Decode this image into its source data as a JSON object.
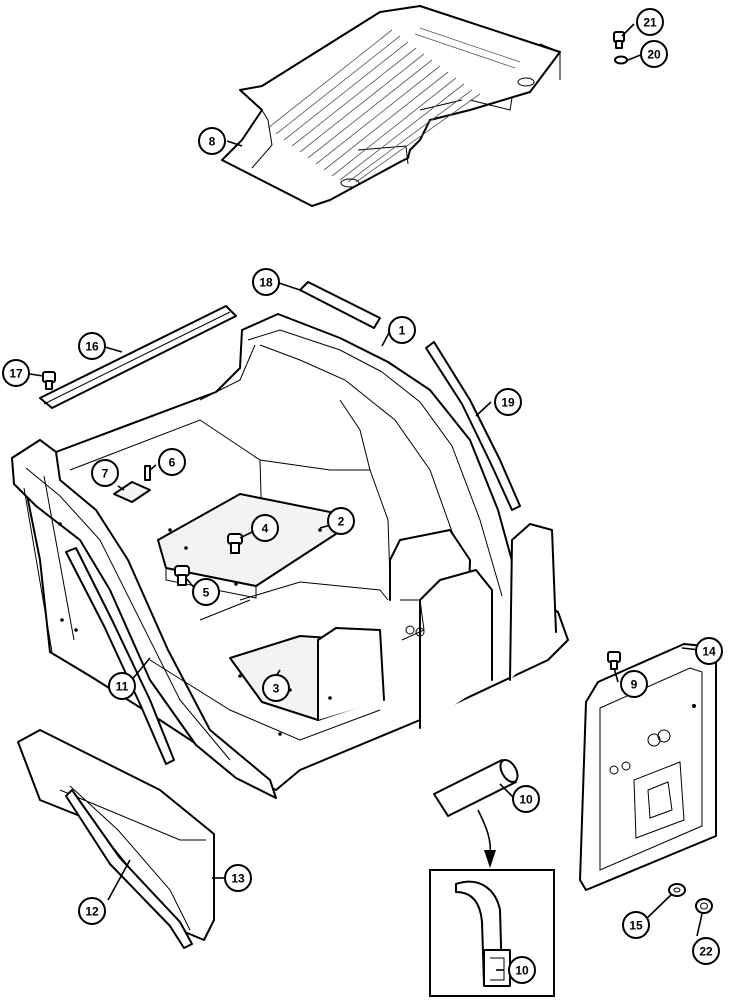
{
  "callouts": [
    {
      "id": "c1",
      "label": "1"
    },
    {
      "id": "c2",
      "label": "2"
    },
    {
      "id": "c3",
      "label": "3"
    },
    {
      "id": "c4",
      "label": "4"
    },
    {
      "id": "c5",
      "label": "5"
    },
    {
      "id": "c6",
      "label": "6"
    },
    {
      "id": "c7",
      "label": "7"
    },
    {
      "id": "c8",
      "label": "8"
    },
    {
      "id": "c9",
      "label": "9"
    },
    {
      "id": "c10a",
      "label": "10"
    },
    {
      "id": "c10b",
      "label": "10"
    },
    {
      "id": "c11",
      "label": "11"
    },
    {
      "id": "c12",
      "label": "12"
    },
    {
      "id": "c13",
      "label": "13"
    },
    {
      "id": "c14",
      "label": "14"
    },
    {
      "id": "c15",
      "label": "15"
    },
    {
      "id": "c16",
      "label": "16"
    },
    {
      "id": "c17",
      "label": "17"
    },
    {
      "id": "c18",
      "label": "18"
    },
    {
      "id": "c19",
      "label": "19"
    },
    {
      "id": "c20",
      "label": "20"
    },
    {
      "id": "c21",
      "label": "21"
    },
    {
      "id": "c22",
      "label": "22"
    }
  ]
}
